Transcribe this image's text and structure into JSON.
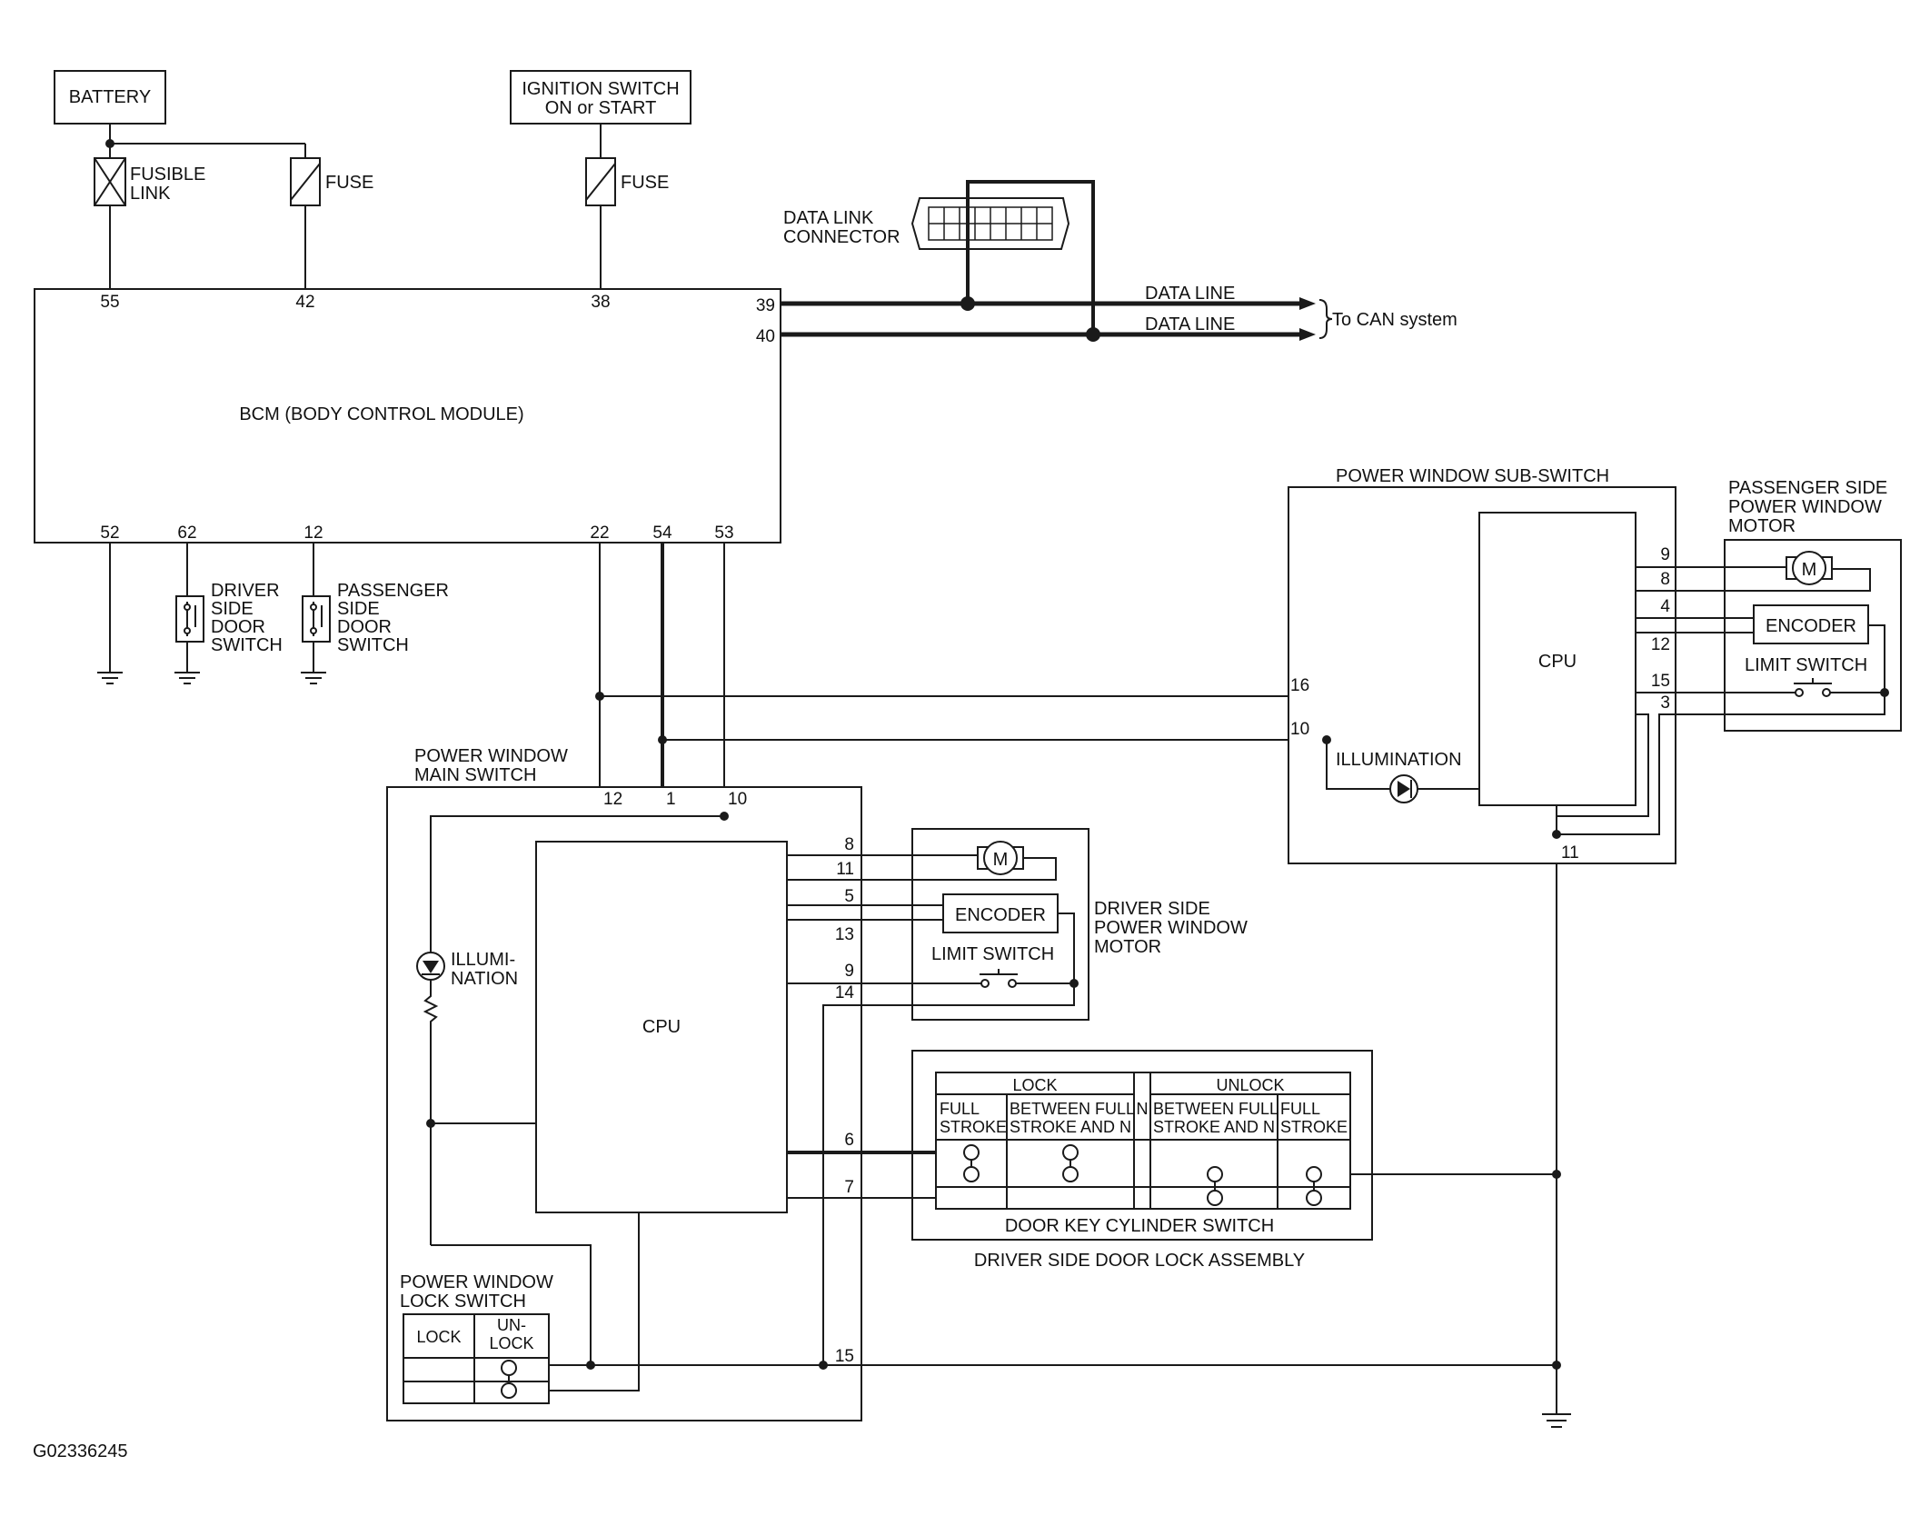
{
  "supply": {
    "battery": "BATTERY",
    "ignition": [
      "IGNITION SWITCH",
      "ON or START"
    ],
    "fusible_link": [
      "FUSIBLE",
      "LINK"
    ],
    "fuse": "FUSE"
  },
  "data_link": {
    "label": [
      "DATA LINK",
      "CONNECTOR"
    ],
    "line1": "DATA LINE",
    "line2": "DATA LINE",
    "to_can": "To CAN system"
  },
  "bcm": {
    "title": "BCM (BODY CONTROL MODULE)",
    "pins_top": [
      "55",
      "42",
      "38"
    ],
    "pins_right": [
      "39",
      "40"
    ],
    "pins_bottom": [
      "52",
      "62",
      "12",
      "22",
      "54",
      "53"
    ]
  },
  "door_switches": {
    "driver": [
      "DRIVER",
      "SIDE",
      "DOOR",
      "SWITCH"
    ],
    "passenger": [
      "PASSENGER",
      "SIDE",
      "DOOR",
      "SWITCH"
    ]
  },
  "main_switch": {
    "title": [
      "POWER WINDOW",
      "MAIN SWITCH"
    ],
    "cpu": "CPU",
    "illumination": [
      "ILLUMI-",
      "NATION"
    ],
    "pins_top": [
      "12",
      "1",
      "10"
    ],
    "pins_right": [
      "8",
      "11",
      "5",
      "13",
      "9",
      "14",
      "6",
      "7",
      "15"
    ]
  },
  "driver_motor": {
    "title": [
      "DRIVER SIDE",
      "POWER WINDOW",
      "MOTOR"
    ],
    "motor": "M",
    "encoder": "ENCODER",
    "limit": "LIMIT SWITCH"
  },
  "sub_switch": {
    "title": "POWER WINDOW SUB-SWITCH",
    "cpu": "CPU",
    "illumination": "ILLUMINATION",
    "pins_left": [
      "16",
      "10"
    ],
    "pins_right": [
      "9",
      "8",
      "4",
      "12",
      "15",
      "3"
    ],
    "pin_bottom": "11"
  },
  "passenger_motor": {
    "title": [
      "PASSENGER SIDE",
      "POWER WINDOW",
      "MOTOR"
    ],
    "motor": "M",
    "encoder": "ENCODER",
    "limit": "LIMIT SWITCH"
  },
  "key_cylinder": {
    "lock": "LOCK",
    "unlock": "UNLOCK",
    "full1": [
      "FULL",
      "STROKE"
    ],
    "between1": [
      "BETWEEN FULL",
      "STROKE AND N"
    ],
    "n": "N",
    "between2": [
      "BETWEEN FULL",
      "STROKE AND N"
    ],
    "full2": [
      "FULL",
      "STROKE"
    ],
    "title": "DOOR KEY CYLINDER SWITCH",
    "assembly": "DRIVER SIDE DOOR LOCK ASSEMBLY"
  },
  "lock_switch": {
    "title": [
      "POWER WINDOW",
      "LOCK SWITCH"
    ],
    "lock": "LOCK",
    "unlock": [
      "UN-",
      "LOCK"
    ]
  },
  "figure_id": "G02336245"
}
